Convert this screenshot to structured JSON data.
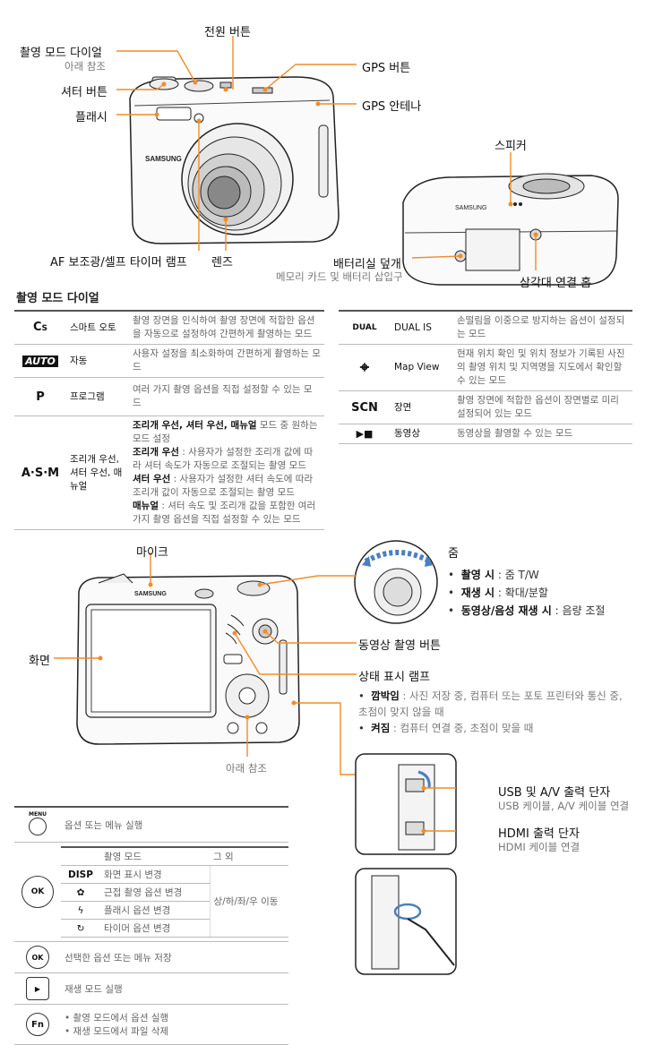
{
  "top_labels": {
    "mode_dial": "촬영 모드 다이얼",
    "mode_dial_note": "아래 참조",
    "power": "전원 버튼",
    "gps_button": "GPS 버튼",
    "shutter": "셔터 버튼",
    "gps_antenna": "GPS 안테나",
    "flash": "플래시",
    "speaker": "스피커",
    "af_lamp": "AF 보조광/셀프 타이머 램프",
    "lens": "렌즈",
    "battery_cover": "배터리실 덮개",
    "battery_cover_note": "메모리 카드 및 배터리 삽입구",
    "tripod": "삼각대 연결 홈",
    "brand": "SAMSUNG"
  },
  "mode_section": {
    "title": "촬영 모드 다이얼",
    "left_rows": [
      {
        "icon": "S",
        "name": "스마트 오토",
        "desc": "촬영 장면을 인식하여 촬영 장면에 적합한 옵션을 자동으로 설정하여 간편하게 촬영하는 모드"
      },
      {
        "icon": "AUTO",
        "name": "자동",
        "desc": "사용자 설정을 최소화하여 간편하게 촬영하는 모드"
      },
      {
        "icon": "P",
        "name": "프로그램",
        "desc": "여러 가지 촬영 옵션을 직접 설정할 수 있는 모드"
      }
    ],
    "asm": {
      "icon": "A·S·M",
      "name": "조리개 우선, 셔터 우선, 매뉴얼",
      "line1_bold": "조리개 우선, 셔터 우선, 매뉴얼",
      "line1_rest": " 모드 중 원하는 모드 설정",
      "l2_bold": "조리개 우선",
      "l2_rest": " : 사용자가 설정한 조리개 값에 따라 셔터 속도가 자동으로 조절되는 촬영 모드",
      "l3_bold": "셔터 우선",
      "l3_rest": " : 사용자가 설정한 셔터 속도에 따라 조리개 값이 자동으로 조절되는 촬영 모드",
      "l4_bold": "매뉴얼",
      "l4_rest": " : 셔터 속도 및 조리개 값을 포함한 여러 가지 촬영 옵션을 직접 설정할 수 있는 모드"
    },
    "right_rows": [
      {
        "icon": "DUAL",
        "name": "DUAL IS",
        "desc": "손떨림을 이중으로 방지하는 옵션이 설정되는 모드"
      },
      {
        "icon": "⌖",
        "name": "Map View",
        "desc": "현재 위치 확인 및 위치 정보가 기록된 사진의 촬영 위치 및 지역명을 지도에서 확인할 수 있는 모드"
      },
      {
        "icon": "SCN",
        "name": "장면",
        "desc": "촬영 장면에 적합한 옵션이 장면별로 미리 설정되어 있는 모드"
      },
      {
        "icon": "▶■",
        "name": "동영상",
        "desc": "동영상을 촬영할 수 있는 모드"
      }
    ]
  },
  "back_labels": {
    "mic": "마이크",
    "zoom_title": "줌",
    "zoom_items": [
      {
        "bold": "촬영 시",
        "rest": " : 줌 T/W"
      },
      {
        "bold": "재생 시",
        "rest": " : 확대/분할"
      },
      {
        "bold": "동영상/음성 재생 시",
        "rest": " : 음량 조절"
      }
    ],
    "screen": "화면",
    "video_button": "동영상 촬영 버튼",
    "status_lamp": "상태 표시 램프",
    "lamp_items": [
      {
        "bold": "깜박임",
        "rest": " : 사진 저장 중, 컴퓨터 또는 포토 프린터와 통신 중, 초점이 맞지 않을 때"
      },
      {
        "bold": "켜짐",
        "rest": " : 컴퓨터 연결 중, 초점이 맞을 때"
      }
    ],
    "see_below": "아래 참조",
    "usb": "USB 및 A/V 출력 단자",
    "usb_note": "USB 케이블, A/V 케이블 연결",
    "hdmi": "HDMI 출력 단자",
    "hdmi_note": "HDMI 케이블 연결"
  },
  "keys": {
    "menu_icon": "MENU",
    "menu_desc": "옵션 또는 메뉴 실행",
    "nav_head_left": "촬영 모드",
    "nav_head_right": "그 외",
    "nav_rows": [
      {
        "icon": "DISP",
        "desc": "화면 표시 변경"
      },
      {
        "icon": "✿",
        "desc": "근접 촬영 옵션 변경"
      },
      {
        "icon": "ϟ",
        "desc": "플래시 옵션 변경"
      },
      {
        "icon": "↻",
        "desc": "타이머 옵션 변경"
      }
    ],
    "nav_other": "상/하/좌/우 이동",
    "ok_icon": "OK",
    "ok_desc": "선택한 옵션 또는 메뉴 저장",
    "play_icon": "▶",
    "play_desc": "재생 모드 실행",
    "fn_icon": "Fn",
    "fn_items": [
      "촬영 모드에서 옵션 실행",
      "재생 모드에서 파일 삭제"
    ]
  },
  "colors": {
    "accent": "#f28c28",
    "line": "#333333"
  }
}
